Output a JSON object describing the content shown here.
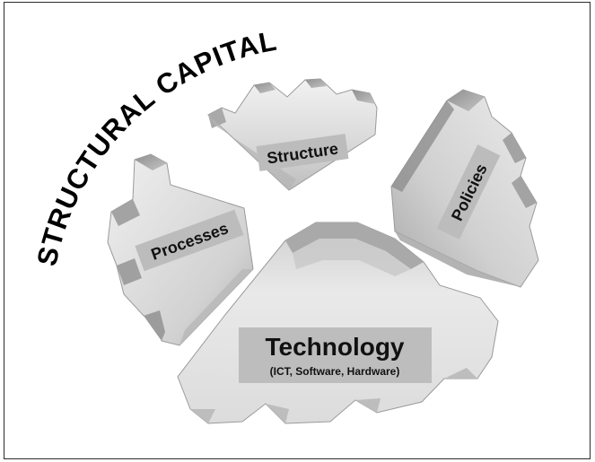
{
  "diagram": {
    "title": "STRUCTURAL CAPITAL",
    "components": {
      "structure": "Structure",
      "processes": "Processes",
      "policies": "Policies",
      "technology": "Technology",
      "technology_sub": "(ICT, Software, Hardware)"
    }
  },
  "colors": {
    "gear_light": "#e6e6e6",
    "gear_mid": "#cfcfcf",
    "gear_dark": "#9a9a9a",
    "label_bg": "#bdbdbd",
    "title": "#000000"
  }
}
